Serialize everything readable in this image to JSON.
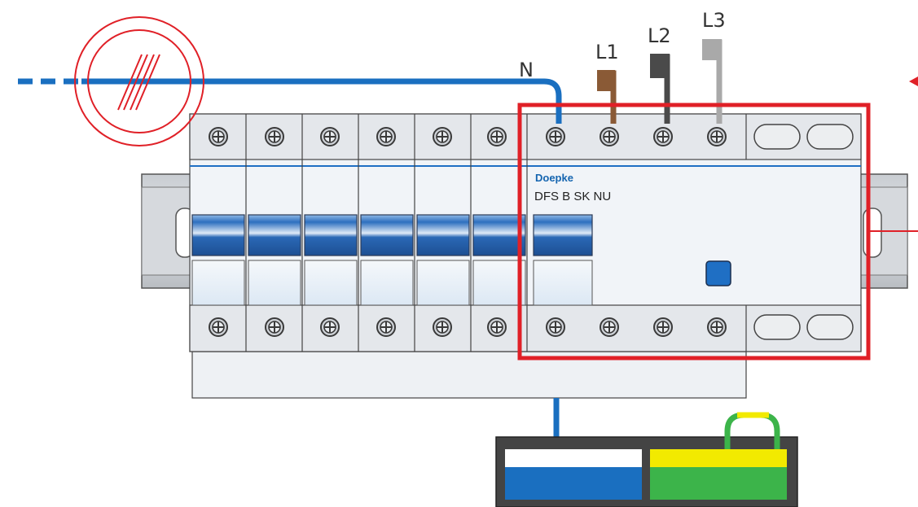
{
  "labels": {
    "neutral": "N",
    "phase1": "L1",
    "phase2": "L2",
    "phase3": "L3"
  },
  "device": {
    "brand": "Doepke",
    "model": "DFS B SK NU"
  },
  "colors": {
    "neutral_wire": "#1a6fc0",
    "phase1_wire": "#8a5a36",
    "phase2_wire": "#4a4a4a",
    "phase3_wire": "#a9a9a9",
    "highlight": "#e02027",
    "earth_green": "#3cb44a",
    "earth_yellow": "#f2ea00",
    "device_body": "#eef2f7",
    "toggle_blue": "#1f6fc4"
  },
  "icons": [
    "interrupt-symbol-icon",
    "screw-terminal-icon",
    "test-button-icon",
    "arrow-icon"
  ]
}
